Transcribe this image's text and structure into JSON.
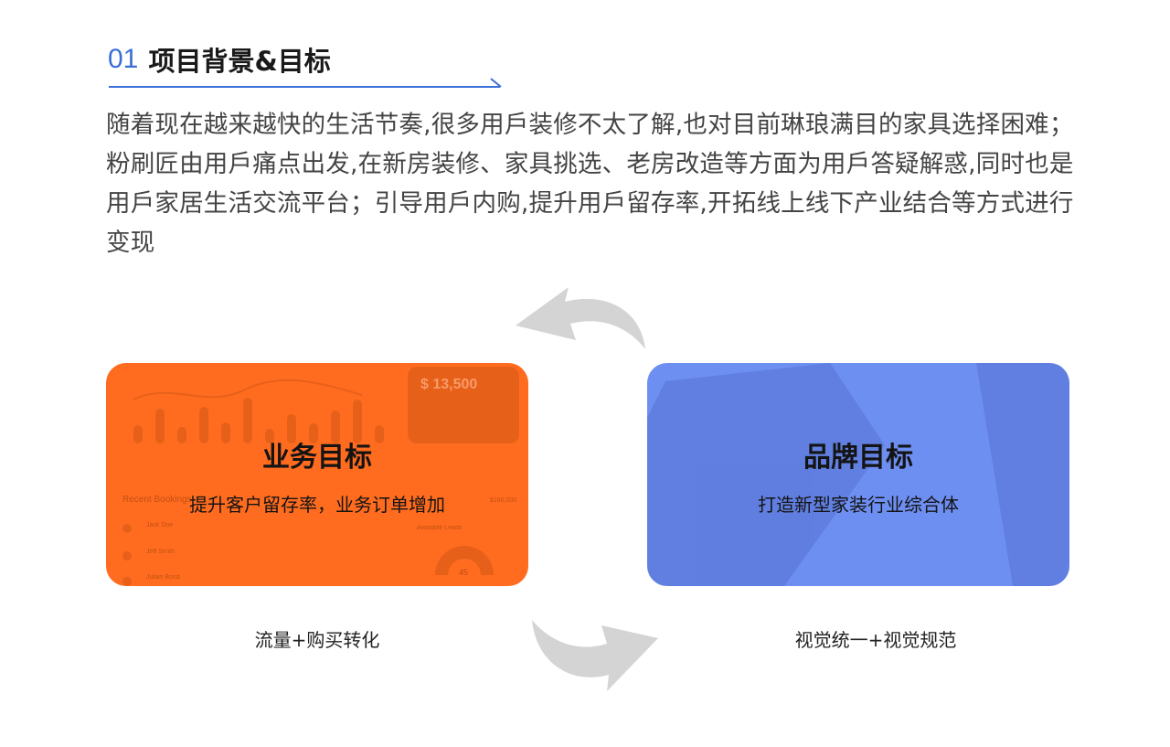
{
  "section": {
    "number": "01",
    "title": "项目背景&目标"
  },
  "intro": {
    "text": "随着现在越来越快的生活节奏,很多用戶装修不太了解,也对目前琳琅满目的家具选择困难；粉刷匠由用戶痛点出发,在新房装修、家具挑选、老房改造等方面为用戶答疑解惑,同时也是用戶家居生活交流平台；引导用戶内购,提升用戶留存率,开拓线上线下产业结合等方式进行变现"
  },
  "cards": {
    "business": {
      "title": "业务目标",
      "subtitle": "提升客户留存率，业务订单增加",
      "caption": "流量+购买转化",
      "bg_amount": "$ 13,500",
      "bg_recent": "Recent Bookings",
      "bg_available": "Available Leads",
      "bg_total": "$160,000",
      "bg_gauge": "45",
      "bg_rows": [
        "Jack Doe",
        "Jeff Smith",
        "Julian Bond"
      ],
      "color": "#ff6c1f"
    },
    "brand": {
      "title": "品牌目标",
      "subtitle": "打造新型家装行业综合体",
      "caption": "视觉统一+视觉规范",
      "color": "#6e8ff2"
    }
  },
  "colors": {
    "accent": "#3a6fd8",
    "arrow": "#d4d4d4"
  },
  "icons": {
    "top_arrow": "curved-arrow-left-icon",
    "bottom_arrow": "curved-arrow-right-icon"
  }
}
